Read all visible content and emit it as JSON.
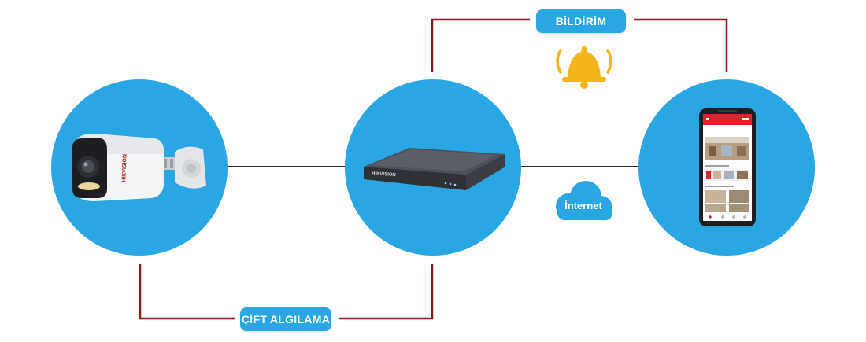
{
  "labels": {
    "notification": "BİLDİRİM",
    "dual_detection": "ÇİFT ALGILAMA",
    "internet": "İnternet",
    "camera_brand": "HIKVISION",
    "dvr_brand": "HIKVISION"
  },
  "colors": {
    "circle": "#2aa6e3",
    "connector_red": "#8b1a1a",
    "connector_dark": "#2b2b2b",
    "bell": "#f5b51a",
    "app_red": "#e0242b"
  },
  "icons": [
    "camera-icon",
    "dvr-icon",
    "smartphone-icon",
    "bell-icon",
    "cloud-icon"
  ]
}
